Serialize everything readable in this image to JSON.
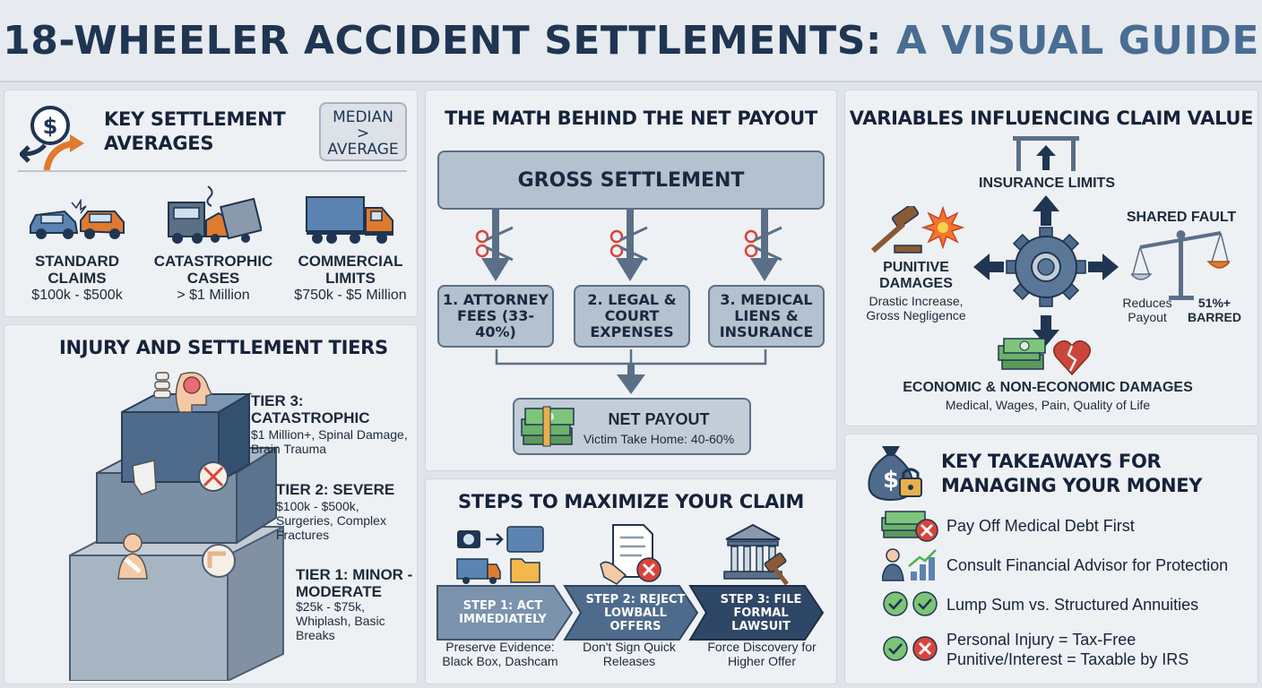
{
  "title": {
    "main": "18-WHEELER ACCIDENT SETTLEMENTS:",
    "accent": "A VISUAL GUIDE"
  },
  "averages": {
    "heading": "KEY SETTLEMENT AVERAGES",
    "badge": "MEDIAN > AVERAGE",
    "items": [
      {
        "label": "STANDARD CLAIMS",
        "value": "$100k - $500k"
      },
      {
        "label": "CATASTROPHIC CASES",
        "value": "> $1 Million"
      },
      {
        "label": "COMMERCIAL LIMITS",
        "value": "$750k - $5 Million"
      }
    ]
  },
  "tiers": {
    "heading": "INJURY AND SETTLEMENT TIERS",
    "items": [
      {
        "name": "TIER 3: CATASTROPHIC",
        "desc": "$1 Million+, Spinal Damage, Brain Trauma"
      },
      {
        "name": "TIER 2: SEVERE",
        "desc": "$100k - $500k, Surgeries, Complex Fractures"
      },
      {
        "name": "TIER 1: MINOR - MODERATE",
        "desc": "$25k - $75k, Whiplash, Basic Breaks"
      }
    ]
  },
  "math": {
    "heading": "THE MATH BEHIND THE NET PAYOUT",
    "gross": "GROSS SETTLEMENT",
    "deductions": [
      "1. ATTORNEY FEES (33-40%)",
      "2. LEGAL & COURT EXPENSES",
      "3. MEDICAL LIENS & INSURANCE"
    ],
    "net_title": "NET PAYOUT",
    "net_desc": "Victim Take Home: 40-60%"
  },
  "steps": {
    "heading": "STEPS TO MAXIMIZE YOUR CLAIM",
    "items": [
      {
        "label": "STEP 1: ACT IMMEDIATELY",
        "desc": "Preserve Evidence: Black Box, Dashcam"
      },
      {
        "label": "STEP 2: REJECT LOWBALL OFFERS",
        "desc": "Don't Sign Quick Releases"
      },
      {
        "label": "STEP 3: FILE FORMAL LAWSUIT",
        "desc": "Force Discovery for Higher Offer"
      }
    ]
  },
  "variables": {
    "heading": "VARIABLES INFLUENCING CLAIM VALUE",
    "insurance": "INSURANCE LIMITS",
    "shared_fault": "SHARED FAULT",
    "fault_left": "Reduces Payout",
    "fault_right": "51%+ BARRED",
    "punitive": "PUNITIVE DAMAGES",
    "punitive_desc": "Drastic Increase, Gross Negligence",
    "economic": "ECONOMIC & NON-ECONOMIC DAMAGES",
    "economic_desc": "Medical, Wages, Pain, Quality of Life"
  },
  "takeaways": {
    "heading": "KEY TAKEAWAYS FOR MANAGING YOUR MONEY",
    "items": [
      "Pay Off Medical Debt First",
      "Consult Financial Advisor for Protection",
      "Lump Sum vs. Structured Annuities",
      "Personal Injury = Tax-Free",
      "Punitive/Interest = Taxable by IRS"
    ]
  },
  "colors": {
    "navy": "#1f3552",
    "accent": "#4a6d93",
    "orange": "#e07a2f",
    "red": "#d9433a",
    "green": "#4caf50"
  }
}
